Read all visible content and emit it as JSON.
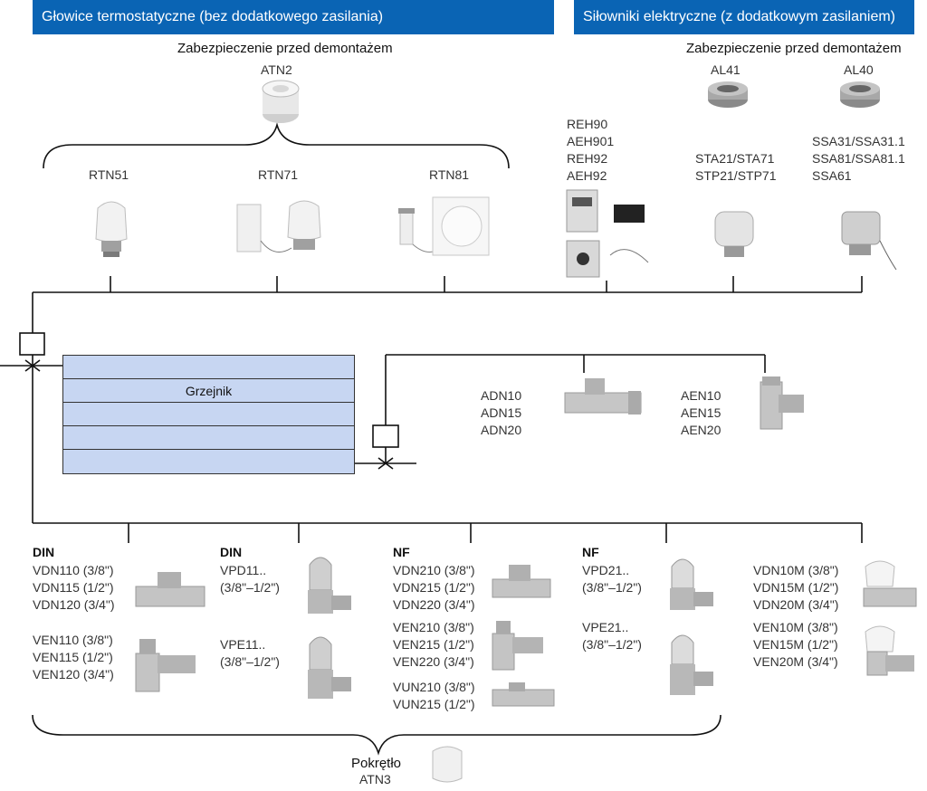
{
  "headers": {
    "left": "Głowice termostatyczne (bez dodatkowego zasilania)",
    "right": "Siłowniki elektryczne (z dodatkowym zasilaniem)"
  },
  "protection_left": {
    "title": "Zabezpieczenie przed demontażem",
    "model": "ATN2"
  },
  "protection_right": {
    "title": "Zabezpieczenie przed demontażem",
    "models": [
      "AL41",
      "AL40"
    ]
  },
  "heads": [
    "RTN51",
    "RTN71",
    "RTN81"
  ],
  "actuators": {
    "reh": [
      "REH90",
      "AEH901",
      "REH92",
      "AEH92"
    ],
    "sta": [
      "STA21/STA71",
      "STP21/STP71"
    ],
    "ssa": [
      "SSA31/SSA31.1",
      "SSA81/SSA81.1",
      "SSA61"
    ]
  },
  "radiator": {
    "label": "Grzejnik"
  },
  "return_valves": {
    "adn": [
      "ADN10",
      "ADN15",
      "ADN20"
    ],
    "aen": [
      "AEN10",
      "AEN15",
      "AEN20"
    ]
  },
  "valve_groups": [
    {
      "standard": "DIN",
      "a": [
        "VDN110 (3/8\")",
        "VDN115 (1/2\")",
        "VDN120 (3/4\")"
      ],
      "b": [
        "VEN110 (3/8\")",
        "VEN115 (1/2\")",
        "VEN120 (3/4\")"
      ]
    },
    {
      "standard": "DIN",
      "a": [
        "VPD11..",
        "(3/8\"–1/2\")"
      ],
      "b": [
        "VPE11..",
        "(3/8\"–1/2\")"
      ]
    },
    {
      "standard": "NF",
      "a": [
        "VDN210 (3/8\")",
        "VDN215 (1/2\")",
        "VDN220 (3/4\")"
      ],
      "b": [
        "VEN210 (3/8\")",
        "VEN215 (1/2\")",
        "VEN220 (3/4\")"
      ],
      "c": [
        "VUN210 (3/8\")",
        "VUN215 (1/2\")"
      ]
    },
    {
      "standard": "NF",
      "a": [
        "VPD21..",
        "(3/8\"–1/2\")"
      ],
      "b": [
        "VPE21..",
        "(3/8\"–1/2\")"
      ]
    },
    {
      "standard": "",
      "a": [
        "VDN10M (3/8\")",
        "VDN15M (1/2\")",
        "VDN20M (3/4\")"
      ],
      "b": [
        "VEN10M (3/8\")",
        "VEN15M (1/2\")",
        "VEN20M (3/4\")"
      ]
    }
  ],
  "knob": {
    "title": "Pokrętło",
    "model": "ATN3"
  },
  "colors": {
    "header_bg": "#0a64b4",
    "radiator_fill": "#c7d6f2"
  }
}
